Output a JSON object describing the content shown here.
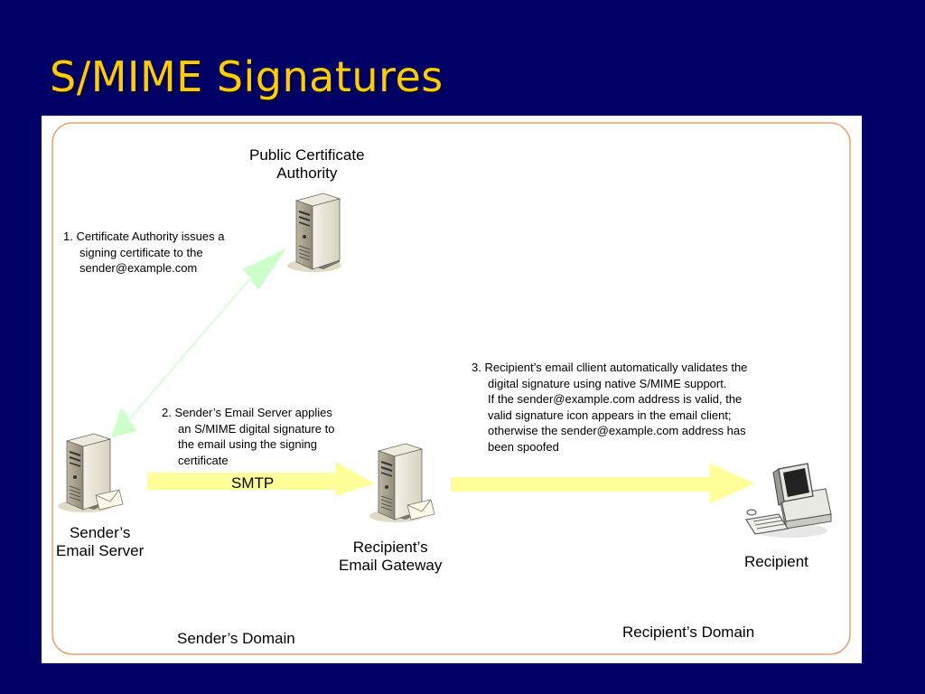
{
  "slide": {
    "title": "S/MIME Signatures"
  },
  "nodes": {
    "ca": {
      "line1": "Public Certificate",
      "line2": "Authority"
    },
    "sender_server": {
      "line1": "Sender’s",
      "line2": "Email Server"
    },
    "recipient_gateway": {
      "line1": "Recipient’s",
      "line2": "Email Gateway"
    },
    "recipient": {
      "label": "Recipient"
    }
  },
  "steps": {
    "step1": {
      "line1": "1. Certificate Authority issues a",
      "line2": "signing certificate to the",
      "line3": "sender@example.com"
    },
    "step2": {
      "line1": "2. Sender’s Email Server applies",
      "line2": "an S/MIME digital signature to",
      "line3": "the email using the signing",
      "line4": "certificate"
    },
    "step3": {
      "line1": "3. Recipient’s email cllient automatically validates the",
      "line2": "digital signature using native S/MIME support.",
      "line3": "If the sender@example.com address is valid, the",
      "line4": "valid signature icon appears in the email client;",
      "line5": "otherwise the sender@example.com address has",
      "line6": "been spoofed"
    }
  },
  "arrows": {
    "smtp_label": "SMTP",
    "cert_arrow_color": "#ccffcc",
    "flow_arrow_color": "#ffff99"
  },
  "domains": {
    "sender": "Sender’s Domain",
    "recipient": "Recipient’s Domain"
  },
  "colors": {
    "background": "#000066",
    "title": "#ffcc00",
    "frame": "#e8a070"
  },
  "icons": {
    "ca": "server-icon",
    "sender_server": "mail-server-icon",
    "recipient_gateway": "mail-server-icon",
    "recipient": "desktop-computer-icon"
  }
}
